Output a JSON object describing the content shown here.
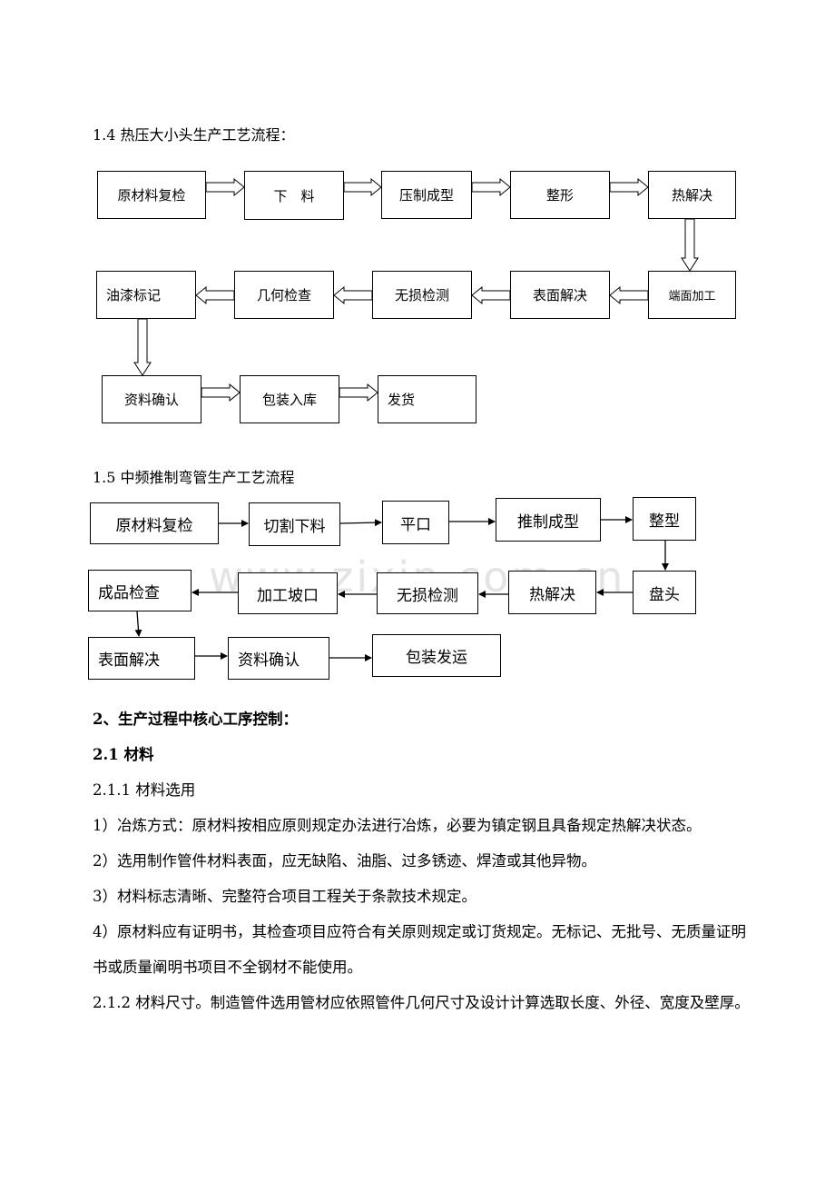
{
  "section_1_4": {
    "title": "1.4 热压大小头生产工艺流程：",
    "boxes": [
      "原材料复检",
      "下　料",
      "压制成型",
      "整形",
      "热解决",
      "端面加工",
      "表面解决",
      "无损检测",
      "几何检查",
      "油漆标记",
      "资料确认",
      "包装入库",
      "发货"
    ]
  },
  "section_1_5": {
    "title": "1.5 中频推制弯管生产工艺流程",
    "boxes": [
      "原材料复检",
      "切割下料",
      "平口",
      "推制成型",
      "整型",
      "盘头",
      "热解决",
      "无损检测",
      "加工坡口",
      "成品检查",
      "表面解决",
      "资料确认",
      "包装发运"
    ]
  },
  "watermark": "www.zixin.com.cn",
  "body": {
    "heading_2": "2、生产过程中核心工序控制：",
    "heading_2_1": "2.1 材料",
    "sub_2_1_1": "2.1.1 材料选用",
    "item_1": "1）冶炼方式：原材料按相应原则规定办法进行冶炼，必要为镇定钢且具备规定热解决状态。",
    "item_2": "2）选用制作管件材料表面，应无缺陷、油脂、过多锈迹、焊渣或其他异物。",
    "item_3": "3）材料标志清晰、完整符合项目工程关于条款技术规定。",
    "item_4": "4）原材料应有证明书，其检查项目应符合有关原则规定或订货规定。无标记、无批号、无质量证明书或质量阐明书项目不全钢材不能使用。",
    "item_5": "2.1.2 材料尺寸。制造管件选用管材应依照管件几何尺寸及设计计算选取长度、外径、宽度及壁厚。"
  }
}
